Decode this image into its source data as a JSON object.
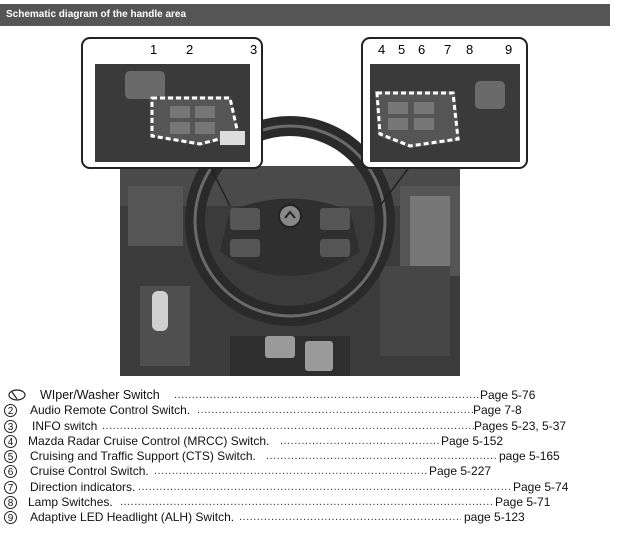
{
  "header": {
    "title": "Schematic diagram of the handle area"
  },
  "callouts": [
    "1",
    "2",
    "3",
    "4",
    "5",
    "6",
    "7",
    "8",
    "9"
  ],
  "items": [
    {
      "num": "",
      "label": "WIper/Washer Switch",
      "page": "Page 5-76"
    },
    {
      "num": "2",
      "label": "Audio Remote Control Switch.",
      "page": "Page 7-8"
    },
    {
      "num": "3",
      "label": "INFO switch",
      "page": "Pages 5-23, 5-37"
    },
    {
      "num": "4",
      "label": "Mazda Radar Cruise Control (MRCC) Switch.",
      "page": "Page 5-152"
    },
    {
      "num": "5",
      "label": "Cruising and Traffic Support (CTS) Switch.",
      "page": "page 5-165"
    },
    {
      "num": "6",
      "label": "Cruise Control Switch.",
      "page": "Page 5-227"
    },
    {
      "num": "7",
      "label": "Direction indicators.",
      "page": "Page 5-74"
    },
    {
      "num": "8",
      "label": "Lamp Switches.",
      "page": "Page 5-71"
    },
    {
      "num": "9",
      "label": "Adaptive LED Headlight (ALH) Switch.",
      "page": "page 5-123"
    }
  ]
}
